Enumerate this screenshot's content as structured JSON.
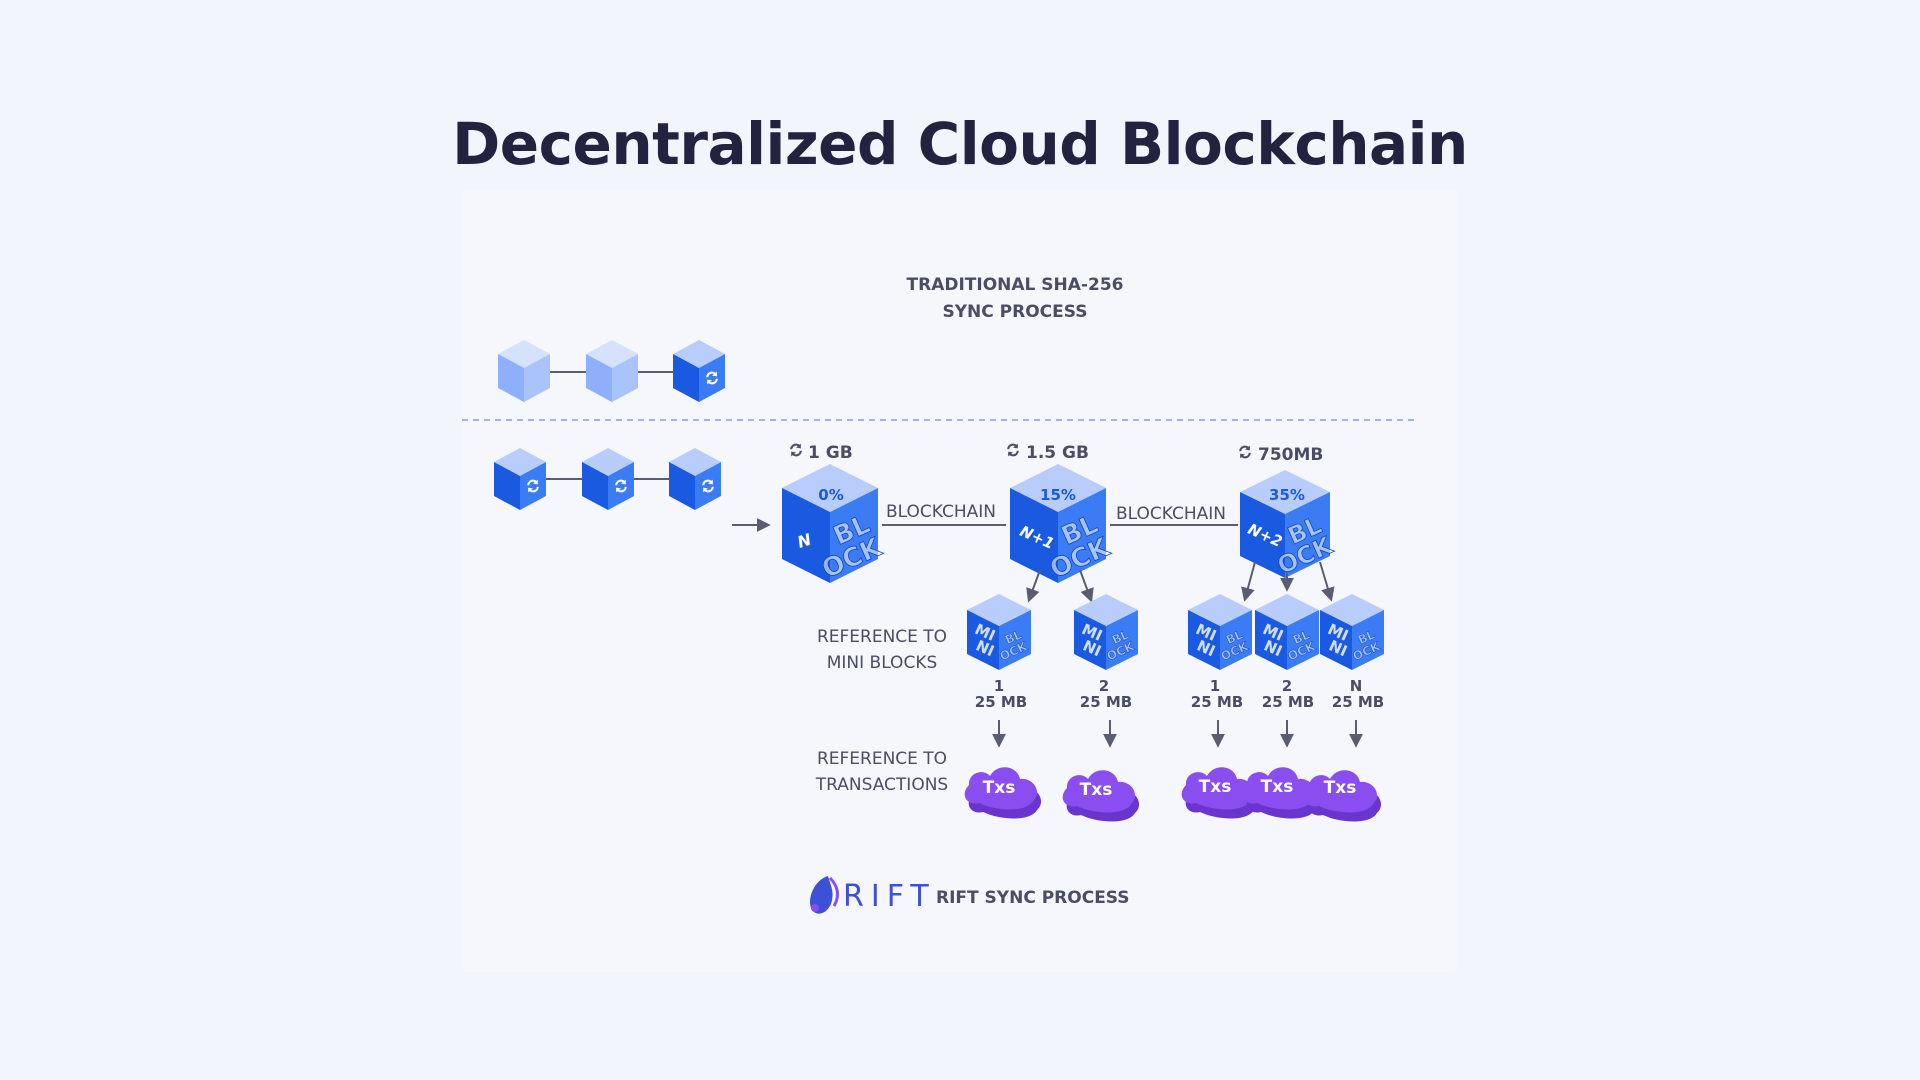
{
  "title": "Decentralized Cloud Blockchain",
  "traditional": {
    "label_line1": "TRADITIONAL SHA-256",
    "label_line2": "SYNC PROCESS"
  },
  "rift": {
    "logo_text": "RIFT",
    "label": "RIFT SYNC PROCESS"
  },
  "blocks": [
    {
      "size": "1 GB",
      "percent": "0%",
      "tag": "N",
      "word1": "BL",
      "word2": "OCK"
    },
    {
      "size": "1.5 GB",
      "percent": "15%",
      "tag": "N+1",
      "word1": "BL",
      "word2": "OCK"
    },
    {
      "size": "750MB",
      "percent": "35%",
      "tag": "N+2",
      "word1": "BL",
      "word2": "OCK"
    }
  ],
  "connector_label": "BLOCKCHAIN",
  "mini_block_text": {
    "left1": "MI",
    "left2": "NI",
    "right1": "BL",
    "right2": "OCK"
  },
  "mini_blocks": [
    {
      "index": "1",
      "size": "25 MB"
    },
    {
      "index": "2",
      "size": "25 MB"
    },
    {
      "index": "1",
      "size": "25 MB"
    },
    {
      "index": "2",
      "size": "25 MB"
    },
    {
      "index": "N",
      "size": "25 MB"
    }
  ],
  "txs_label": "Txs",
  "labels": {
    "ref_mini_line1": "REFERENCE TO",
    "ref_mini_line2": "MINI BLOCKS",
    "ref_tx_line1": "REFERENCE TO",
    "ref_tx_line2": "TRANSACTIONS"
  },
  "colors": {
    "title": "#23233f",
    "text": "#4a4d63",
    "cube_dark_left": "#1a5ae0",
    "cube_dark_right": "#3b7cf5",
    "cube_dark_top": "#b8cdfc",
    "cube_light_left": "#8eb0fa",
    "cube_light_right": "#a9c3fb",
    "cube_light_top": "#d5e1fd",
    "cloud": "#8a4ef0",
    "cloud_dark": "#6a34cf",
    "dotted_line": "#9db8e8",
    "logo": "#3d50d8"
  },
  "icons": {
    "sync": "sync-icon",
    "logo": "rift-logo-icon"
  }
}
